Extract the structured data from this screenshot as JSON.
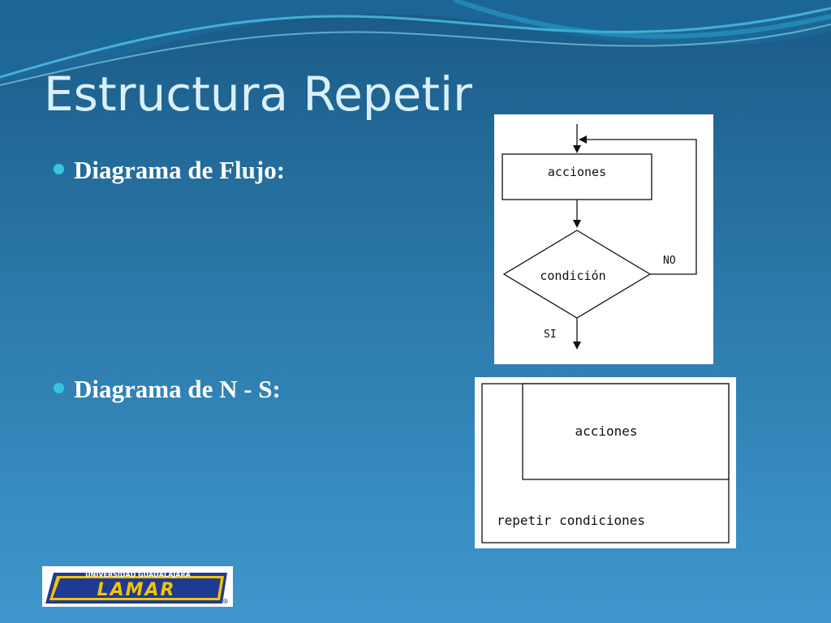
{
  "slide": {
    "title": "Estructura Repetir",
    "bullets": [
      {
        "label": "Diagrama de Flujo:"
      },
      {
        "label": "Diagrama de N - S:"
      }
    ]
  },
  "flowchart": {
    "action_label": "acciones",
    "condition_label": "condición",
    "no_label": "NO",
    "yes_label": "SI"
  },
  "ns_diagram": {
    "action_label": "acciones",
    "condition_label": "repetir condiciones"
  },
  "logo": {
    "top_text": "UNIVERSIDAD GUADALAJARA",
    "main_text": "LAMAR",
    "mark": "®"
  },
  "colors": {
    "background_top": "#1a5a87",
    "background_bottom": "#3f97cd",
    "title": "#d9f0fb",
    "bullet_dot": "#38c4e0",
    "logo_blue": "#1f3a93",
    "logo_yellow": "#f5c400"
  }
}
